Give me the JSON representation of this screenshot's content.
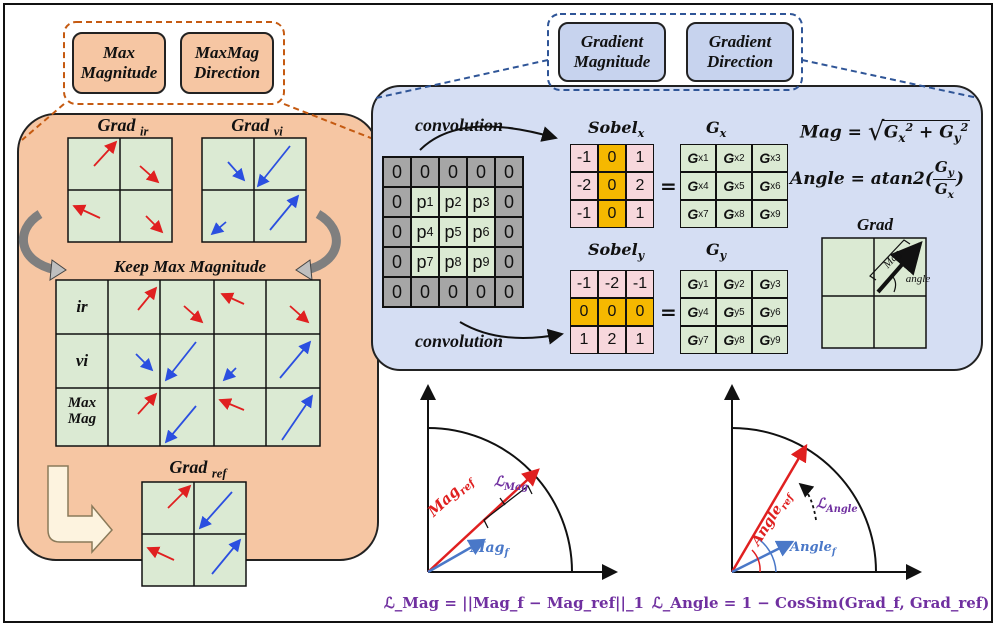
{
  "left_panel": {
    "badges": [
      "Max Magnitude",
      "MaxMag Direction"
    ],
    "grad_ir_label": "Grad",
    "grad_ir_sub": "ir",
    "grad_vi_label": "Grad",
    "grad_vi_sub": "vi",
    "keep_max_title": "Keep Max Magnitude",
    "row_labels": [
      "ir",
      "vi",
      "Max\nMag"
    ],
    "grad_ref_label": "Grad",
    "grad_ref_sub": "ref"
  },
  "right_panel": {
    "badges": [
      "Gradient Magnitude",
      "Gradient Direction"
    ],
    "convolution_label": "convolution",
    "input_matrix": [
      [
        "0",
        "0",
        "0",
        "0",
        "0"
      ],
      [
        "0",
        "p1",
        "p2",
        "p3",
        "0"
      ],
      [
        "0",
        "p4",
        "p5",
        "p6",
        "0"
      ],
      [
        "0",
        "p7",
        "p8",
        "p9",
        "0"
      ],
      [
        "0",
        "0",
        "0",
        "0",
        "0"
      ]
    ],
    "sobel_x_label": "Sobel",
    "sobel_x_sub": "x",
    "sobel_x": [
      [
        "-1",
        "0",
        "1"
      ],
      [
        "-2",
        "0",
        "2"
      ],
      [
        "-1",
        "0",
        "1"
      ]
    ],
    "sobel_y_label": "Sobel",
    "sobel_y_sub": "y",
    "sobel_y": [
      [
        "-1",
        "-2",
        "-1"
      ],
      [
        "0",
        "0",
        "0"
      ],
      [
        "1",
        "2",
        "1"
      ]
    ],
    "gx_label": "G",
    "gx_sub": "x",
    "gx": [
      [
        "Gx1",
        "Gx2",
        "Gx3"
      ],
      [
        "Gx4",
        "Gx5",
        "Gx6"
      ],
      [
        "Gx7",
        "Gx8",
        "Gx9"
      ]
    ],
    "gy_label": "G",
    "gy_sub": "y",
    "gy": [
      [
        "Gy1",
        "Gy2",
        "Gy3"
      ],
      [
        "Gy4",
        "Gy5",
        "Gy6"
      ],
      [
        "Gy7",
        "Gy8",
        "Gy9"
      ]
    ],
    "equals": "=",
    "mag_formula_lhs": "Mag =",
    "angle_formula_lhs": "Angle = atan2(",
    "grad_label": "Grad",
    "grad_mag_text": "Mag",
    "grad_angle_text": "angle"
  },
  "bottom": {
    "mag_ref": "Mag",
    "mag_ref_sub": "ref",
    "mag_f": "Mag",
    "mag_f_sub": "f",
    "loss_mag_small": "ℒ",
    "loss_mag_small_sub": "Mag",
    "angle_ref": "Angle",
    "angle_ref_sub": "ref",
    "angle_f": "Angle",
    "angle_f_sub": "f",
    "loss_angle_small": "ℒ",
    "loss_angle_small_sub": "Angle",
    "loss_mag_formula": "ℒ_Mag = ||Mag_f − Mag_ref||_1",
    "loss_angle_formula": "ℒ_Angle = 1 − CosSim(Grad_f, Grad_ref)"
  },
  "colors": {
    "orange_panel": "#f6c6a3",
    "blue_panel": "#d5def3",
    "cell_green": "#dbead3",
    "cell_pink": "#f7d7dc",
    "cell_gold": "#f5b800",
    "cell_gray": "#a6a6a6",
    "red_arrow": "#e02020",
    "blue_arrow": "#2b4fe0",
    "loss_purple": "#7030a0"
  }
}
